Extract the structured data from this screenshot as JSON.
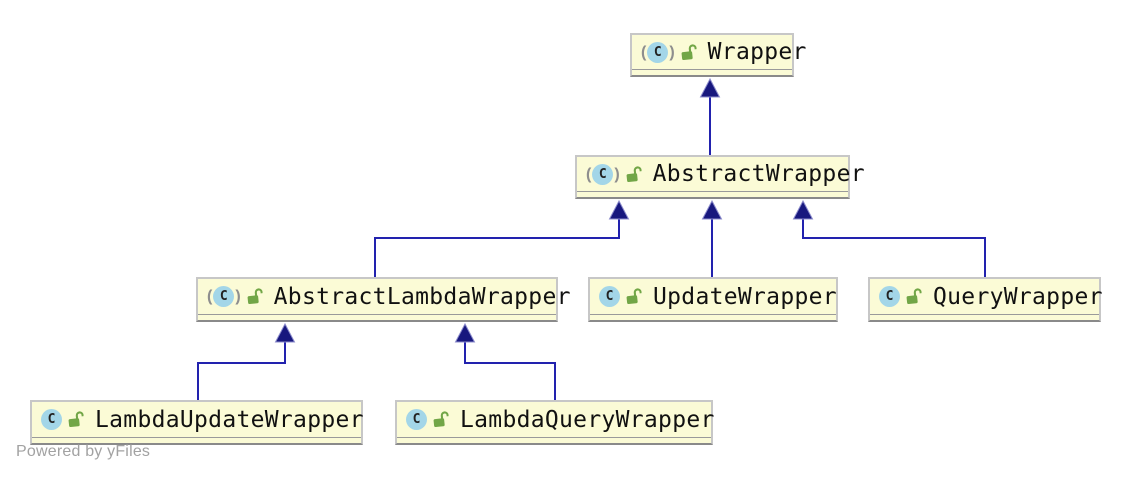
{
  "diagram": {
    "type": "uml-class-inheritance",
    "watermark": "Powered by yFiles",
    "nodes": [
      {
        "id": "wrapper",
        "label": "Wrapper",
        "abstract": true,
        "class_icon": "class-icon",
        "visibility_icon": "unlocked-icon"
      },
      {
        "id": "abstract-wrapper",
        "label": "AbstractWrapper",
        "abstract": true,
        "class_icon": "class-icon",
        "visibility_icon": "unlocked-icon"
      },
      {
        "id": "abstract-lambda-wrapper",
        "label": "AbstractLambdaWrapper",
        "abstract": true,
        "class_icon": "class-icon",
        "visibility_icon": "unlocked-icon"
      },
      {
        "id": "update-wrapper",
        "label": "UpdateWrapper",
        "abstract": false,
        "class_icon": "class-icon",
        "visibility_icon": "unlocked-icon"
      },
      {
        "id": "query-wrapper",
        "label": "QueryWrapper",
        "abstract": false,
        "class_icon": "class-icon",
        "visibility_icon": "unlocked-icon"
      },
      {
        "id": "lambda-update-wrapper",
        "label": "LambdaUpdateWrapper",
        "abstract": false,
        "class_icon": "class-icon",
        "visibility_icon": "unlocked-icon"
      },
      {
        "id": "lambda-query-wrapper",
        "label": "LambdaQueryWrapper",
        "abstract": false,
        "class_icon": "class-icon",
        "visibility_icon": "unlocked-icon"
      }
    ],
    "class_icon_letter": "C",
    "paren_left": "(",
    "paren_right": ")",
    "edges": [
      {
        "from": "AbstractWrapper",
        "to": "Wrapper",
        "type": "inheritance"
      },
      {
        "from": "AbstractLambdaWrapper",
        "to": "AbstractWrapper",
        "type": "inheritance"
      },
      {
        "from": "UpdateWrapper",
        "to": "AbstractWrapper",
        "type": "inheritance"
      },
      {
        "from": "QueryWrapper",
        "to": "AbstractWrapper",
        "type": "inheritance"
      },
      {
        "from": "LambdaUpdateWrapper",
        "to": "AbstractLambdaWrapper",
        "type": "inheritance"
      },
      {
        "from": "LambdaQueryWrapper",
        "to": "AbstractLambdaWrapper",
        "type": "inheritance"
      }
    ],
    "colors": {
      "node_fill": "#FBFBD6",
      "node_border": "#C7C7C7",
      "node_border_bottom": "#8A8A8A",
      "edge_line": "#2222AE",
      "arrow_fill": "#18187E",
      "class_icon_bg": "#A3D6E8",
      "lock_green": "#72A647",
      "watermark_gray": "#A2A2A2"
    }
  }
}
